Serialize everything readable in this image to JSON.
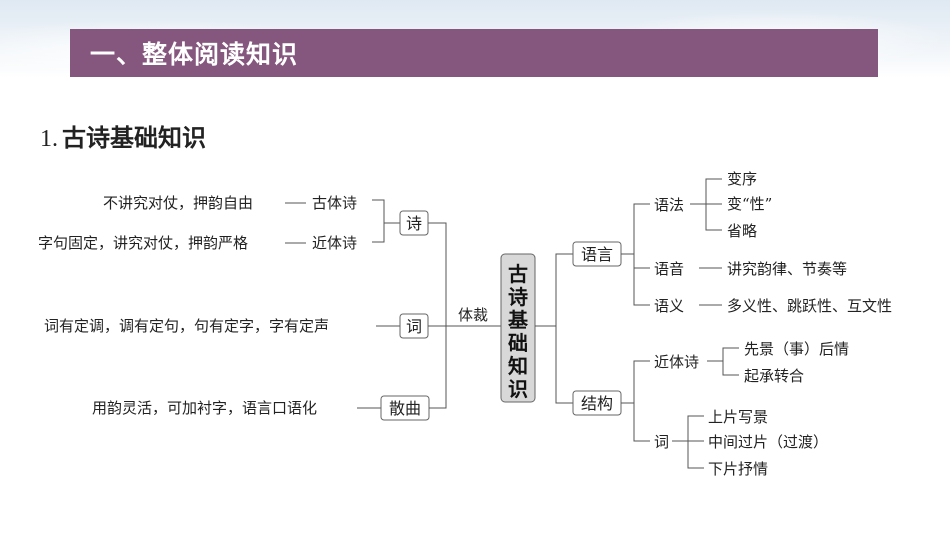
{
  "banner": {
    "title": "一、整体阅读知识"
  },
  "section": {
    "number": "1.",
    "title": "古诗基础知识"
  },
  "diagram": {
    "center": [
      "古",
      "诗",
      "基",
      "础",
      "知",
      "识"
    ],
    "left_connector_label": "体裁",
    "genres": {
      "shi": {
        "label": "诗",
        "items": [
          {
            "text": "不讲究对仗，押韵自由",
            "term": "古体诗"
          },
          {
            "text": "字句固定，讲究对仗，押韵严格",
            "term": "近体诗"
          }
        ]
      },
      "ci": {
        "label": "词",
        "desc": "词有定调，调有定句，句有定字，字有定声"
      },
      "sanqu": {
        "label": "散曲",
        "desc": "用韵灵活，可加衬字，语言口语化"
      }
    },
    "language": {
      "label": "语言",
      "grammar": {
        "label": "语法",
        "items": [
          "变序",
          "变“性”",
          "省略"
        ]
      },
      "phonetics": {
        "label": "语音",
        "desc": "讲究韵律、节奏等"
      },
      "semantics": {
        "label": "语义",
        "desc": "多义性、跳跃性、互文性"
      }
    },
    "structure": {
      "label": "结构",
      "jintishi": {
        "label": "近体诗",
        "items": [
          "先景（事）后情",
          "起承转合"
        ]
      },
      "ci": {
        "label": "词",
        "items": [
          "上片写景",
          "中间过片（过渡）",
          "下片抒情"
        ]
      }
    }
  }
}
